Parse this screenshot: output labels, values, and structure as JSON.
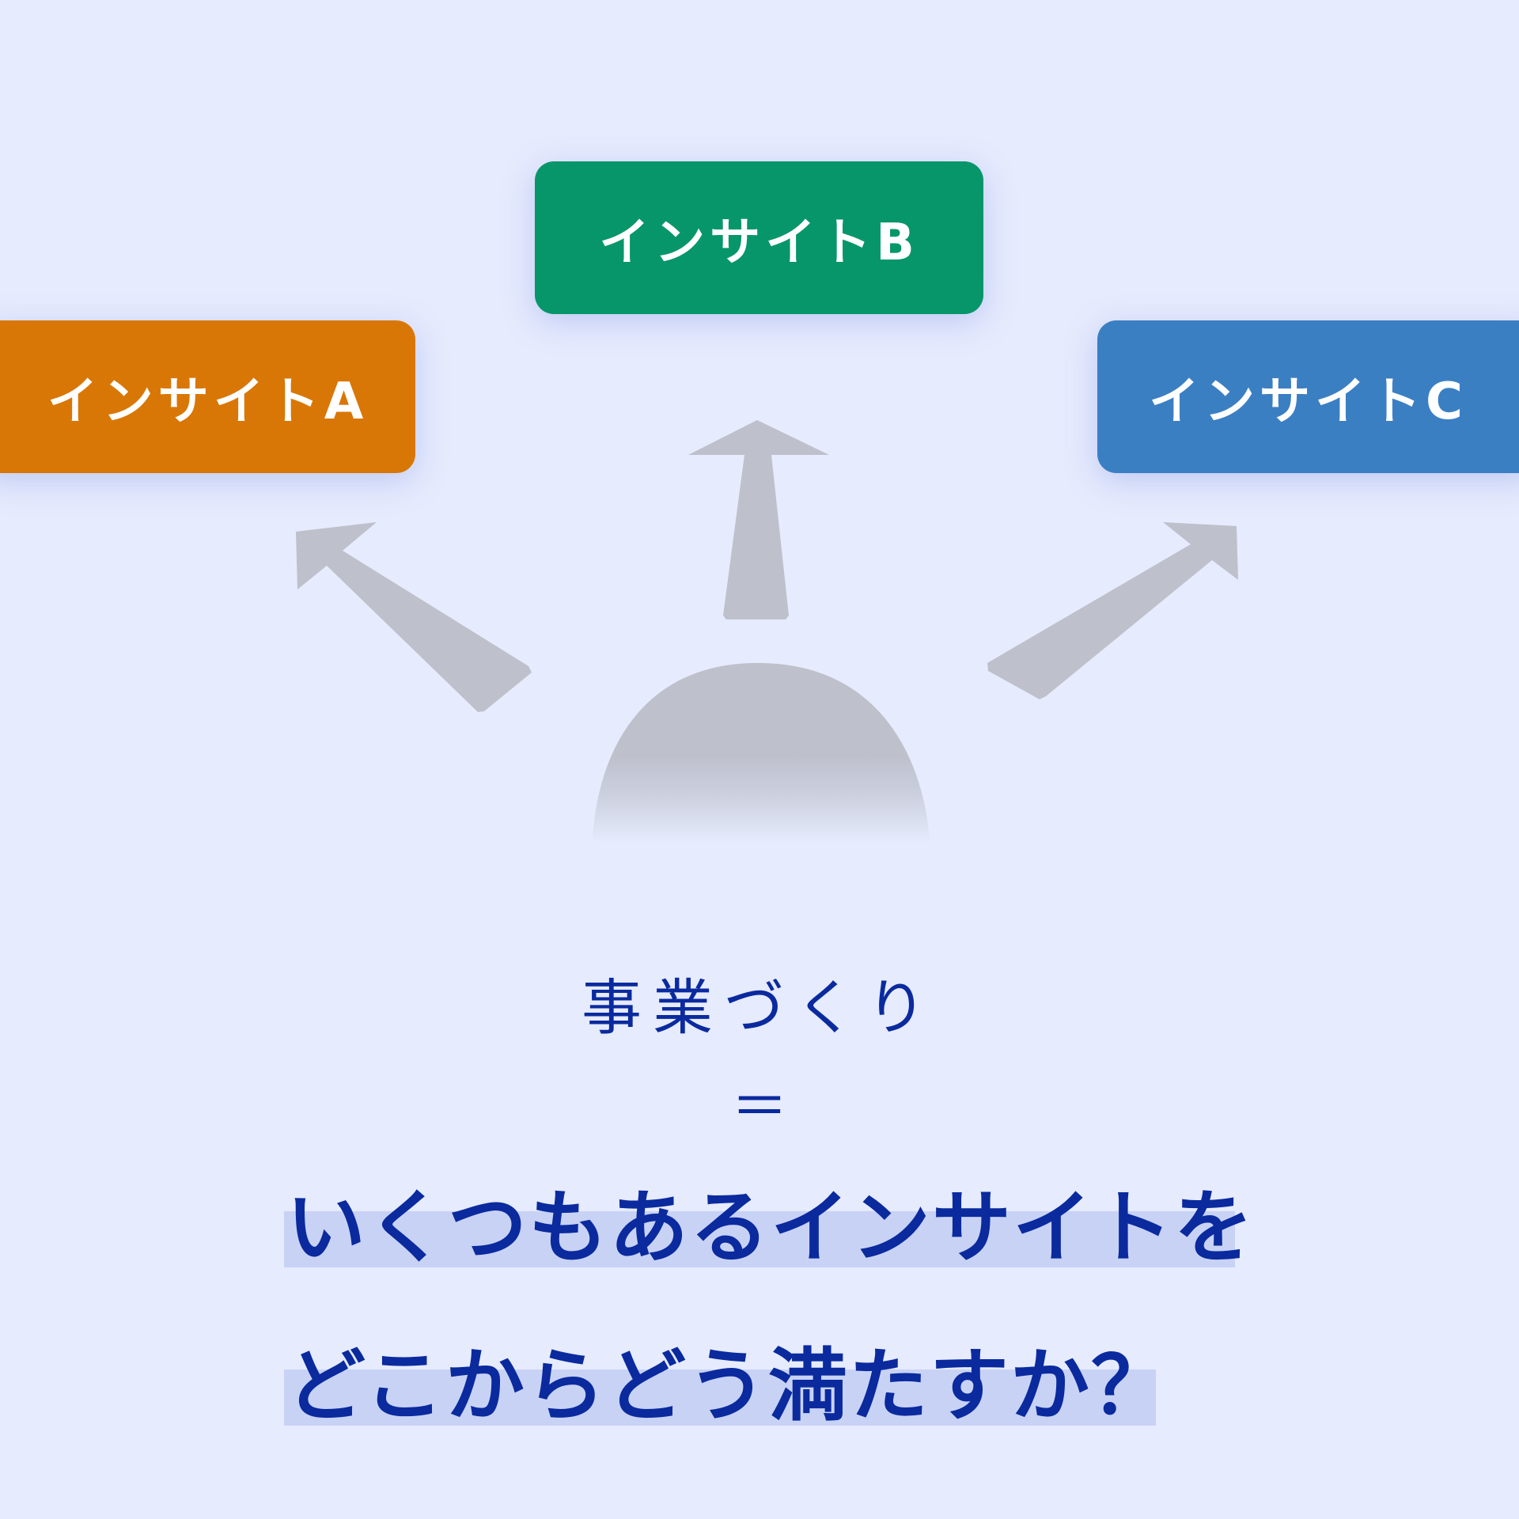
{
  "colors": {
    "background": "#e6ebfd",
    "insight_a": "#d97706",
    "insight_b": "#07966a",
    "insight_c": "#3b7fc3",
    "arrow": "#bec0cc",
    "text": "#0a2a9e",
    "highlight": "#c8d2f5"
  },
  "insights": [
    {
      "label": "インサイトA",
      "color": "#d97706"
    },
    {
      "label": "インサイトB",
      "color": "#07966a"
    },
    {
      "label": "インサイトC",
      "color": "#3b7fc3"
    }
  ],
  "figure": {
    "head_icon": "person-head-silhouette",
    "arrows": [
      "arrow-up-left",
      "arrow-up",
      "arrow-up-right"
    ]
  },
  "caption": {
    "subject": "事業づくり",
    "equals": "＝",
    "question_line_1": "いくつもあるインサイトを",
    "question_line_2": "どこからどう満たすか？"
  }
}
